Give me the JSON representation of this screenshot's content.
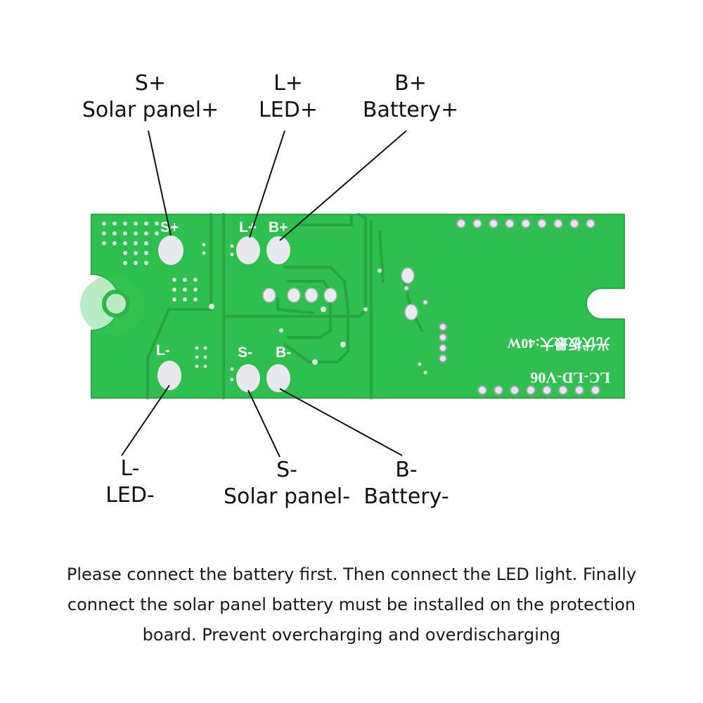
{
  "labels": {
    "s_plus": {
      "code": "S+",
      "name": "Solar panel+"
    },
    "l_plus": {
      "code": "L+",
      "name": "LED+"
    },
    "b_plus": {
      "code": "B+",
      "name": "Battery+"
    },
    "l_minus": {
      "code": "L-",
      "name": "LED-"
    },
    "s_minus": {
      "code": "S-",
      "name": "Solar panel-"
    },
    "b_minus": {
      "code": "B-",
      "name": "Battery-"
    }
  },
  "board": {
    "silkscreen_pads": {
      "s_plus": "S+",
      "l_plus": "L+",
      "b_plus": "B+",
      "l_minus": "L-",
      "s_minus": "S-",
      "b_minus": "B-"
    },
    "model_text": "LC-LD-V06",
    "power_text": "光伏板最大:40W",
    "colors": {
      "pcb": "#2fbf4e",
      "trace": "#27a843",
      "pad": "#e8e8ef",
      "silk": "#ffffff"
    }
  },
  "note": "Please connect the battery first. Then connect the LED light. Finally connect the solar panel battery must be installed on the protection board. Prevent overcharging and overdischarging"
}
